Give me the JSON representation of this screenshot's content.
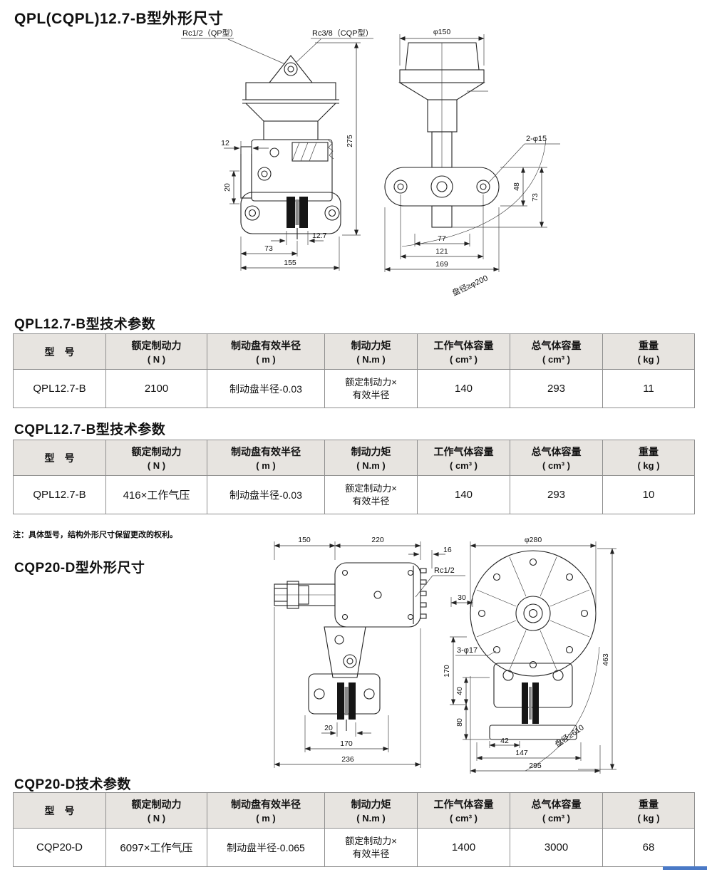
{
  "sections": {
    "qpl_dims_title": "QPL(CQPL)12.7-B型外形尺寸",
    "qpl_params_title": "QPL12.7-B型技术参数",
    "cqpl_params_title": "CQPL12.7-B型技术参数",
    "note": "注：具体型号，结构外形尺寸保留更改的权利。",
    "cqp_dims_title": "CQP20-D型外形尺寸",
    "cqp_params_title": "CQP20-D技术参数"
  },
  "table_headers": {
    "model": "型　号",
    "force_l1": "额定制动力",
    "force_l2": "( N )",
    "radius_l1": "制动盘有效半径",
    "radius_l2": "( m )",
    "torque_l1": "制动力矩",
    "torque_l2": "( N.m )",
    "work_l1": "工作气体容量",
    "work_l2": "( cm³ )",
    "total_l1": "总气体容量",
    "total_l2": "( cm³ )",
    "weight_l1": "重量",
    "weight_l2": "( kg )"
  },
  "table_qpl": {
    "model": "QPL12.7-B",
    "force": "2100",
    "radius": "制动盘半径-0.03",
    "torque_l1": "额定制动力×",
    "torque_l2": "有效半径",
    "work": "140",
    "total": "293",
    "weight": "11"
  },
  "table_cqpl": {
    "model": "QPL12.7-B",
    "force": "416×工作气压",
    "radius": "制动盘半径-0.03",
    "torque_l1": "额定制动力×",
    "torque_l2": "有效半径",
    "work": "140",
    "total": "293",
    "weight": "10"
  },
  "table_cqp": {
    "model": "CQP20-D",
    "force": "6097×工作气压",
    "radius": "制动盘半径-0.065",
    "torque_l1": "额定制动力×",
    "torque_l2": "有效半径",
    "work": "1400",
    "total": "3000",
    "weight": "68"
  },
  "drawing_qpl_front": {
    "label_rc_qp": "Rc1/2（QP型）",
    "label_rc_cqp": "Rc3/8（CQP型）",
    "dim_275": "275",
    "dim_12": "12",
    "dim_20": "20",
    "dim_12_7": "12.7",
    "dim_73": "73",
    "dim_155": "155"
  },
  "drawing_qpl_side": {
    "dim_phi150": "φ150",
    "label_2_phi15": "2-φ15",
    "dim_48": "48",
    "dim_73": "73",
    "dim_77": "77",
    "dim_121": "121",
    "dim_169": "169",
    "label_disc": "盘径≥φ200"
  },
  "drawing_cqp_side": {
    "dim_150": "150",
    "dim_220": "220",
    "dim_16": "16",
    "label_rc": "Rc1/2",
    "dim_20": "20",
    "dim_170": "170",
    "dim_236": "236"
  },
  "drawing_cqp_front": {
    "dim_phi280": "φ280",
    "dim_30": "30",
    "label_3_phi17": "3-φ17",
    "dim_170": "170",
    "dim_40": "40",
    "dim_80": "80",
    "dim_463": "463",
    "dim_42": "42",
    "dim_147": "147",
    "dim_295": "295",
    "label_disc": "盘径≥610"
  }
}
